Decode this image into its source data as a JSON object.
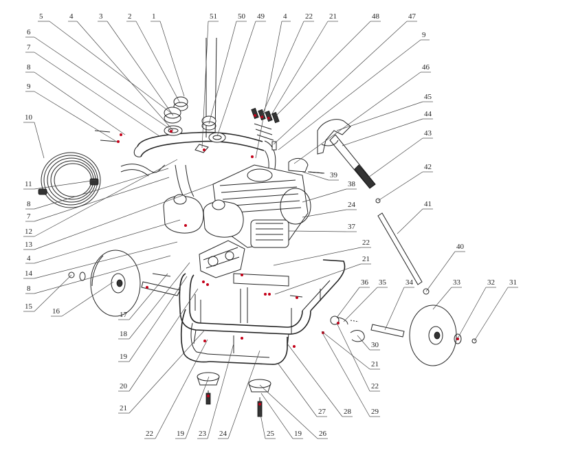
{
  "colors": {
    "line": "#222222",
    "leader": "#444444",
    "marker": "#c40018",
    "background": "#ffffff"
  },
  "callouts": [
    {
      "label": "5"
    },
    {
      "label": "4"
    },
    {
      "label": "3"
    },
    {
      "label": "2"
    },
    {
      "label": "1"
    },
    {
      "label": "51"
    },
    {
      "label": "50"
    },
    {
      "label": "49"
    },
    {
      "label": "4"
    },
    {
      "label": "22"
    },
    {
      "label": "21"
    },
    {
      "label": "48"
    },
    {
      "label": "47"
    },
    {
      "label": "9"
    },
    {
      "label": "6"
    },
    {
      "label": "7"
    },
    {
      "label": "8"
    },
    {
      "label": "9"
    },
    {
      "label": "10"
    },
    {
      "label": "11"
    },
    {
      "label": "8"
    },
    {
      "label": "7"
    },
    {
      "label": "12"
    },
    {
      "label": "13"
    },
    {
      "label": "4"
    },
    {
      "label": "14"
    },
    {
      "label": "8"
    },
    {
      "label": "15"
    },
    {
      "label": "16"
    },
    {
      "label": "17"
    },
    {
      "label": "18"
    },
    {
      "label": "19"
    },
    {
      "label": "20"
    },
    {
      "label": "21"
    },
    {
      "label": "22"
    },
    {
      "label": "19"
    },
    {
      "label": "23"
    },
    {
      "label": "24"
    },
    {
      "label": "25"
    },
    {
      "label": "19"
    },
    {
      "label": "26"
    },
    {
      "label": "27"
    },
    {
      "label": "28"
    },
    {
      "label": "29"
    },
    {
      "label": "22"
    },
    {
      "label": "21"
    },
    {
      "label": "30"
    },
    {
      "label": "36"
    },
    {
      "label": "35"
    },
    {
      "label": "34"
    },
    {
      "label": "33"
    },
    {
      "label": "32"
    },
    {
      "label": "31"
    },
    {
      "label": "40"
    },
    {
      "label": "41"
    },
    {
      "label": "42"
    },
    {
      "label": "43"
    },
    {
      "label": "44"
    },
    {
      "label": "45"
    },
    {
      "label": "46"
    },
    {
      "label": "39"
    },
    {
      "label": "38"
    },
    {
      "label": "24"
    },
    {
      "label": "37"
    },
    {
      "label": "22"
    },
    {
      "label": "21"
    }
  ]
}
